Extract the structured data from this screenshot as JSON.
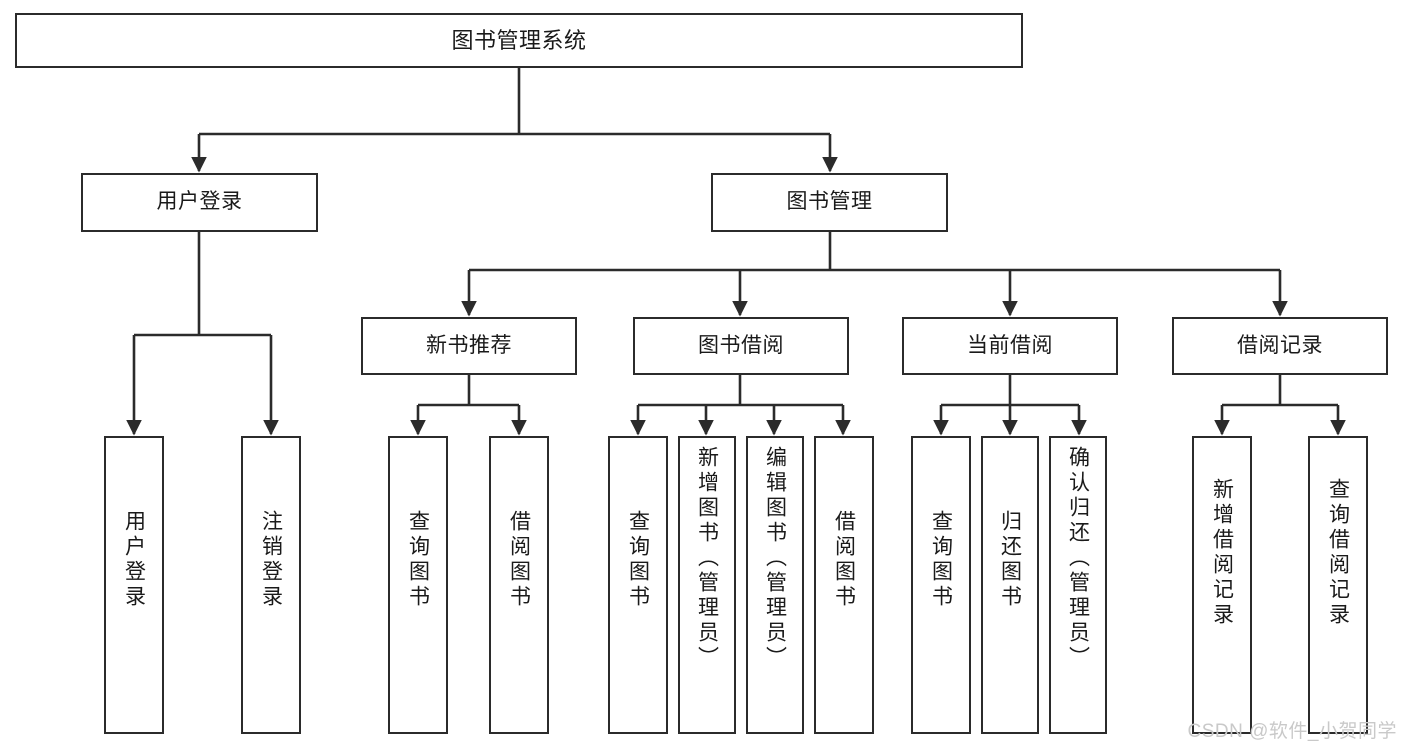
{
  "diagram": {
    "title": "图书管理系统",
    "type": "tree",
    "background": "#ffffff",
    "line_color": "#2b2b2b",
    "box_fill": "#ffffff",
    "text_color": "#1a1a1a"
  },
  "nodes": {
    "root": {
      "label": "图书管理系统"
    },
    "level2": [
      {
        "label": "用户登录"
      },
      {
        "label": "图书管理"
      }
    ],
    "level3": [
      {
        "label": "新书推荐"
      },
      {
        "label": "图书借阅"
      },
      {
        "label": "当前借阅"
      },
      {
        "label": "借阅记录"
      }
    ],
    "leaves": {
      "user_login": [
        {
          "label": "用户登录"
        },
        {
          "label": "注销登录"
        }
      ],
      "new_book": [
        {
          "label": "查询图书"
        },
        {
          "label": "借阅图书"
        }
      ],
      "book_borrow": [
        {
          "label": "查询图书"
        },
        {
          "label": "新增图书（管理员）"
        },
        {
          "label": "编辑图书（管理员）"
        },
        {
          "label": "借阅图书"
        }
      ],
      "current_borrow": [
        {
          "label": "查询图书"
        },
        {
          "label": "归还图书"
        },
        {
          "label": "确认归还（管理员）"
        }
      ],
      "borrow_record": [
        {
          "label": "新增借阅记录"
        },
        {
          "label": "查询借阅记录"
        }
      ]
    }
  },
  "watermark": {
    "text": "CSDN @软件_小贺同学"
  },
  "chart_data": {
    "type": "tree",
    "title": "图书管理系统",
    "root": "图书管理系统",
    "edges": [
      [
        "图书管理系统",
        "用户登录"
      ],
      [
        "图书管理系统",
        "图书管理"
      ],
      [
        "用户登录",
        "用户登录"
      ],
      [
        "用户登录",
        "注销登录"
      ],
      [
        "图书管理",
        "新书推荐"
      ],
      [
        "图书管理",
        "图书借阅"
      ],
      [
        "图书管理",
        "当前借阅"
      ],
      [
        "图书管理",
        "借阅记录"
      ],
      [
        "新书推荐",
        "查询图书"
      ],
      [
        "新书推荐",
        "借阅图书"
      ],
      [
        "图书借阅",
        "查询图书"
      ],
      [
        "图书借阅",
        "新增图书（管理员）"
      ],
      [
        "图书借阅",
        "编辑图书（管理员）"
      ],
      [
        "图书借阅",
        "借阅图书"
      ],
      [
        "当前借阅",
        "查询图书"
      ],
      [
        "当前借阅",
        "归还图书"
      ],
      [
        "当前借阅",
        "确认归还（管理员）"
      ],
      [
        "借阅记录",
        "新增借阅记录"
      ],
      [
        "借阅记录",
        "查询借阅记录"
      ]
    ]
  }
}
